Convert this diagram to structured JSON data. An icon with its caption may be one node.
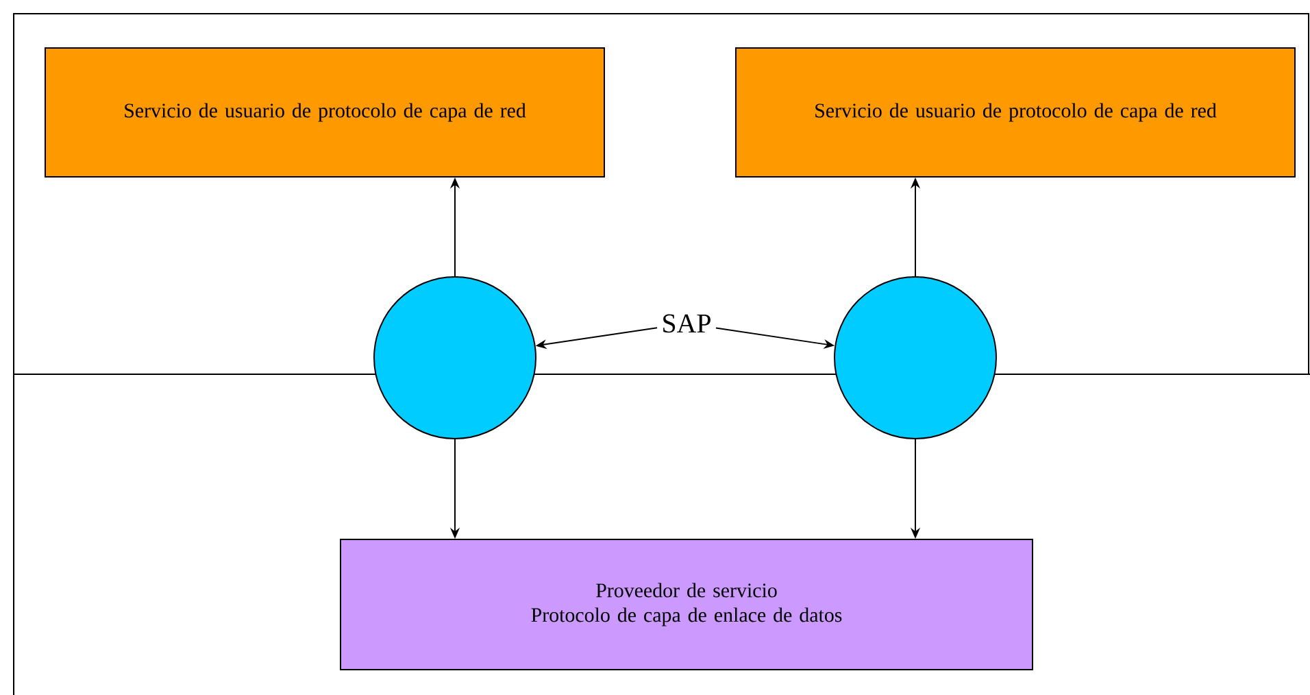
{
  "diagram": {
    "nodes": [
      {
        "text": [
          "Servicio de usuario de protocolo de capa de red"
        ]
      },
      {
        "text": [
          "Servicio de usuario de protocolo de capa de red"
        ]
      },
      {
        "text": [],
        "shape": "circle"
      },
      {
        "text": [],
        "shape": "circle"
      },
      {
        "text": [
          "Proveedor de servicio",
          "Protocolo de capa de enlace de datos"
        ]
      },
      {
        "text": [
          "SAP"
        ]
      }
    ],
    "edges": [
      {
        "from": 2,
        "to": 0,
        "arrow": "to"
      },
      {
        "from": 3,
        "to": 1,
        "arrow": "to"
      },
      {
        "from": 5,
        "to": 2,
        "arrow": "to"
      },
      {
        "from": 5,
        "to": 3,
        "arrow": "to"
      },
      {
        "from": 2,
        "to": 4,
        "arrow": "to"
      },
      {
        "from": 3,
        "to": 4,
        "arrow": "to"
      }
    ]
  }
}
